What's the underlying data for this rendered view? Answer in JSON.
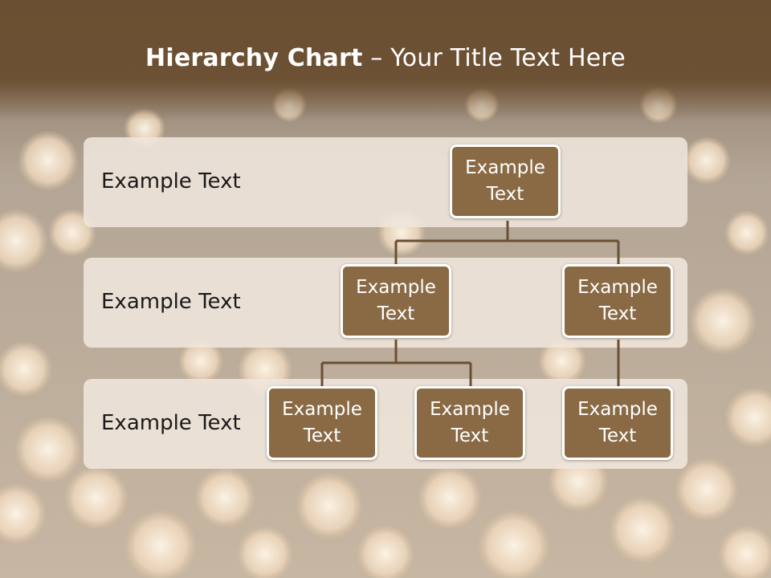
{
  "title": {
    "bold": "Hierarchy Chart",
    "rest": " – Your Title Text Here"
  },
  "levels": [
    {
      "label": "Example Text"
    },
    {
      "label": "Example Text"
    },
    {
      "label": "Example Text"
    }
  ],
  "nodes": [
    {
      "id": "root",
      "label": "Example Text",
      "level": 0
    },
    {
      "id": "l1a",
      "label": "Example Text",
      "level": 1,
      "parent": "root"
    },
    {
      "id": "l1b",
      "label": "Example Text",
      "level": 1,
      "parent": "root"
    },
    {
      "id": "l2a",
      "label": "Example Text",
      "level": 2,
      "parent": "l1a"
    },
    {
      "id": "l2b",
      "label": "Example Text",
      "level": 2,
      "parent": "l1a"
    },
    {
      "id": "l2c",
      "label": "Example Text",
      "level": 2,
      "parent": "l1b"
    }
  ],
  "colors": {
    "node_fill": "#8a6a45",
    "connector": "#6b4f32",
    "header": "#6b4f32",
    "band": "#f0e6dc"
  }
}
